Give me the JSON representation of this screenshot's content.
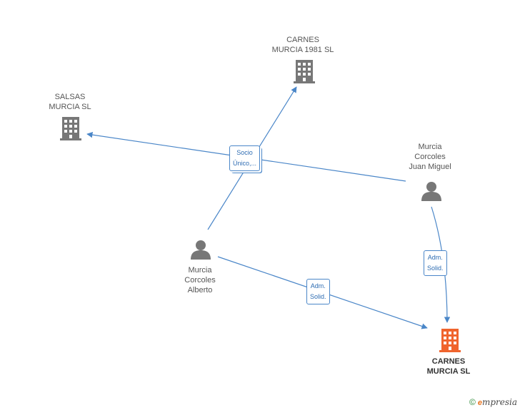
{
  "colors": {
    "edge": "#4a86c8",
    "company": "#777777",
    "person": "#777777",
    "main_company": "#f0642d"
  },
  "nodes": {
    "carnes_1981": {
      "name_lines": [
        "CARNES",
        "MURCIA 1981 SL"
      ],
      "icon": "building-icon"
    },
    "salsas": {
      "name_lines": [
        "SALSAS",
        "MURCIA SL"
      ],
      "icon": "building-icon"
    },
    "juan_miguel": {
      "name_lines": [
        "Murcia",
        "Corcoles",
        "Juan Miguel"
      ],
      "icon": "person-icon"
    },
    "alberto": {
      "name_lines": [
        "Murcia",
        "Corcoles",
        "Alberto"
      ],
      "icon": "person-icon"
    },
    "carnes_main": {
      "name_lines": [
        "CARNES",
        "MURCIA SL"
      ],
      "icon": "building-icon"
    }
  },
  "edges": {
    "socio": {
      "label_lines": [
        "Socio",
        "Único,..."
      ]
    },
    "adm_alberto": {
      "label_lines": [
        "Adm.",
        "Solid."
      ]
    },
    "adm_juan": {
      "label_lines": [
        "Adm.",
        "Solid."
      ]
    }
  },
  "footer": {
    "copyright_symbol": "©",
    "brand_initial": "e",
    "brand_rest": "mpresia"
  }
}
